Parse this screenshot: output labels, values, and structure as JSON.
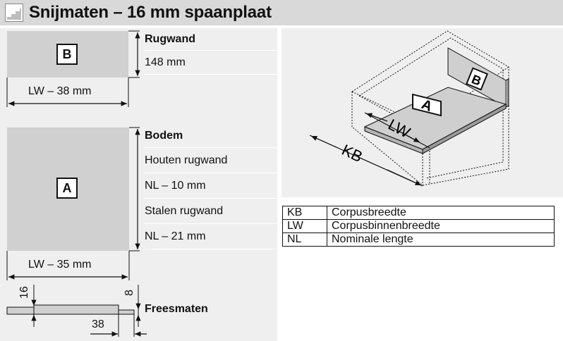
{
  "title": "Snijmaten – 16 mm spaanplaat",
  "panel_b": {
    "label": "B",
    "heading": "Rugwand",
    "height": "148 mm",
    "width": "LW – 38 mm"
  },
  "panel_a": {
    "label": "A",
    "heading": "Bodem",
    "line1": "Houten rugwand",
    "line2": "NL – 10 mm",
    "line3": "Stalen rugwand",
    "line4": "NL – 21 mm",
    "width": "LW – 35 mm"
  },
  "groove": {
    "heading": "Freesmaten",
    "dim_left": "16",
    "dim_right": "8",
    "dim_bottom": "38"
  },
  "drawing": {
    "label_a": "A",
    "label_b": "B",
    "lw": "LW",
    "kb": "KB"
  },
  "legend": [
    {
      "abbr": "KB",
      "desc": "Corpusbreedte"
    },
    {
      "abbr": "LW",
      "desc": "Corpusbinnenbreedte"
    },
    {
      "abbr": "NL",
      "desc": "Nominale lengte"
    }
  ]
}
